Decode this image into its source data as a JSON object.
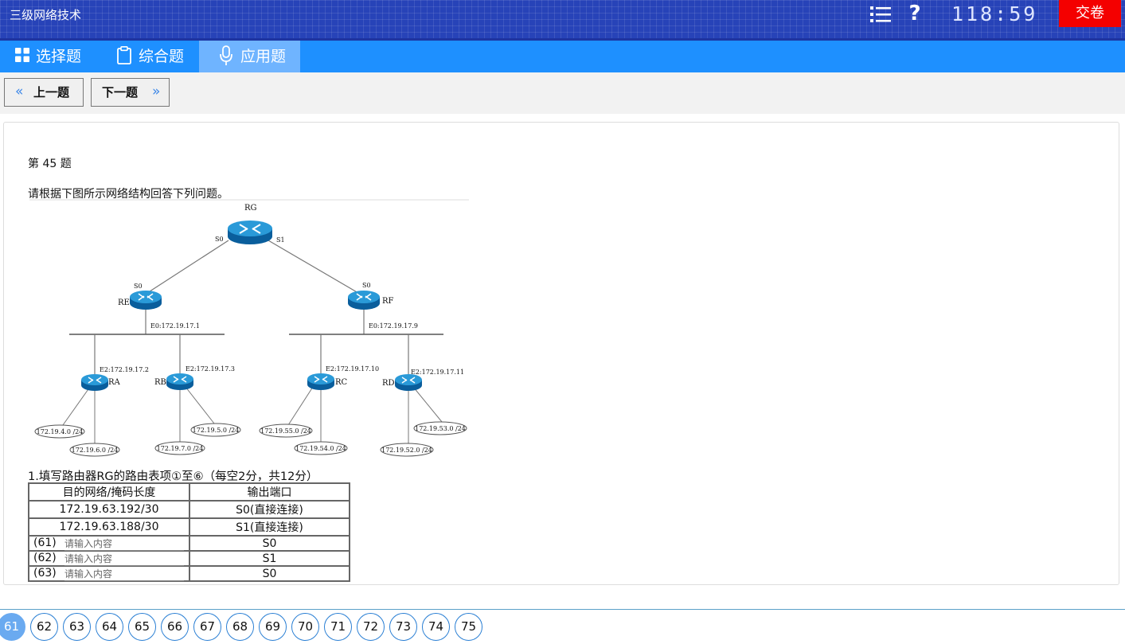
{
  "app": {
    "title": "三级网络技术",
    "timer": "118:59",
    "submit_label": "交卷"
  },
  "tabs": [
    {
      "label": "选择题",
      "icon": "grid-icon"
    },
    {
      "label": "综合题",
      "icon": "clipboard-icon"
    },
    {
      "label": "应用题",
      "icon": "microphone-icon",
      "active": true
    }
  ],
  "nav": {
    "prev_label": "上一题",
    "next_label": "下一题",
    "prev_chevron": "«",
    "next_chevron": "»"
  },
  "question": {
    "number": "第 45 题",
    "stem": "请根据下图所示网络结构回答下列问题。",
    "diagram": {
      "routers": {
        "rg": "RG",
        "re": "RE",
        "rf": "RF",
        "ra": "RA",
        "rb": "RB",
        "rc": "RC",
        "rd": "RD"
      },
      "ports": {
        "rg_s0": "S0",
        "rg_s1": "S1",
        "re_s0": "S0",
        "rf_s0": "S0",
        "re_e0": "E0:172.19.17.1",
        "rf_e0": "E0:172.19.17.9",
        "ra_e2": "E2:172.19.17.2",
        "rb_e2": "E2:172.19.17.3",
        "rc_e2": "E2:172.19.17.10",
        "rd_e2": "E2:172.19.17.11"
      },
      "subnets": {
        "n1": "172.19.4.0 /24",
        "n2": "172.19.6.0 /24",
        "n3": "172.19.7.0 /24",
        "n4": "172.19.5.0 /24",
        "n5": "172.19.55.0 /24",
        "n6": "172.19.54.0 /24",
        "n7": "172.19.52.0 /24",
        "n8": "172.19.53.0 /24"
      }
    },
    "sub_question": "1.填写路由器RG的路由表项①至⑥（每空2分，共12分）",
    "table": {
      "headers": [
        "目的网络/掩码长度",
        "输出端口"
      ],
      "rows": [
        {
          "dest": "172.19.63.192/30",
          "port": "S0(直接连接)"
        },
        {
          "dest": "172.19.63.188/30",
          "port": "S1(直接连接)"
        }
      ],
      "input_rows": [
        {
          "num": "(61)",
          "placeholder": "请输入内容",
          "value": "",
          "port": "S0"
        },
        {
          "num": "(62)",
          "placeholder": "请输入内容",
          "value": "",
          "port": "S1"
        },
        {
          "num": "(63)",
          "placeholder": "请输入内容",
          "value": "",
          "port": "S0"
        }
      ]
    }
  },
  "pager": {
    "pages": [
      "61",
      "62",
      "63",
      "64",
      "65",
      "66",
      "67",
      "68",
      "69",
      "70",
      "71",
      "72",
      "73",
      "74",
      "75"
    ],
    "current": "61"
  },
  "colors": {
    "topbar": "#2743b8",
    "tabbar": "#1e90ff",
    "tab_active": "#6fb4ff",
    "submit": "#f40000",
    "pager_current": "#6aaaf0"
  }
}
